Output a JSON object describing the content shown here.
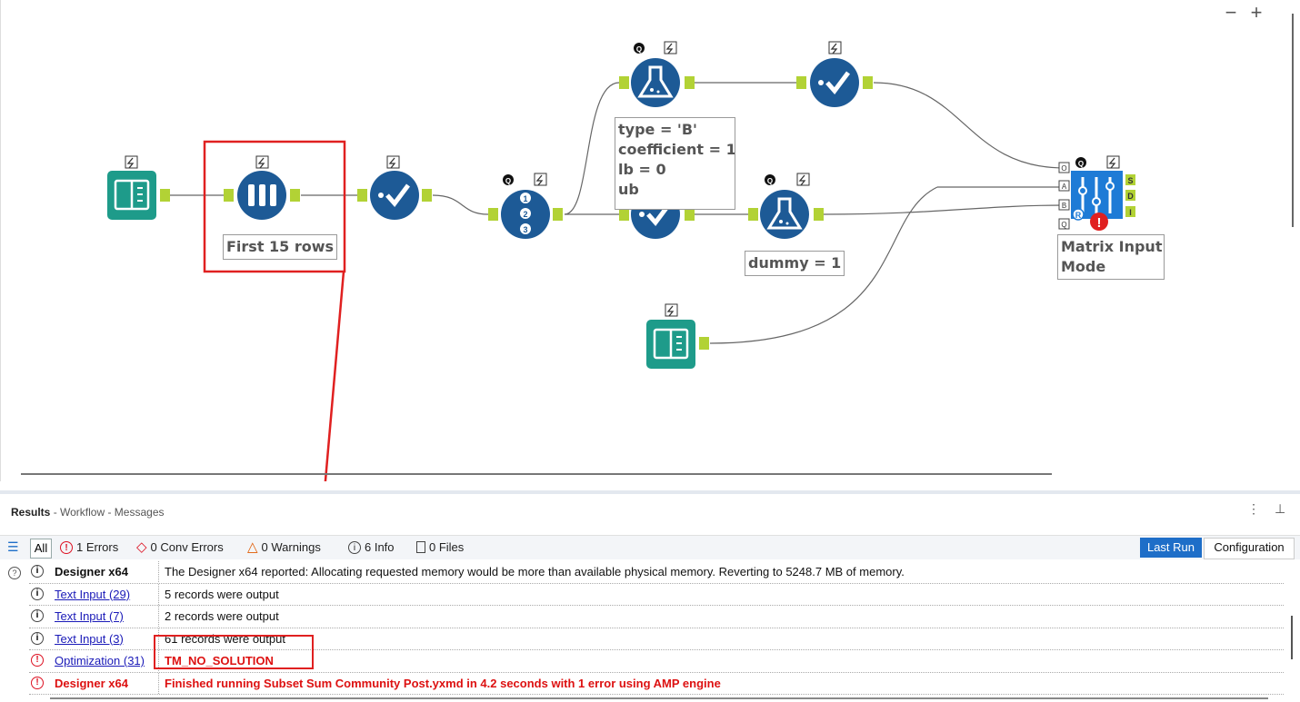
{
  "canvas": {
    "zoom_out": "−",
    "zoom_in": "+",
    "nodes": {
      "sample_label": "First 15 rows",
      "formula_top_label": "type = 'B'\ncoefficient = 1\nlb = 0\nub",
      "formula_bottom_label": "dummy = 1",
      "optimization_label": "Matrix Input\nMode",
      "port_letters": [
        "O",
        "A",
        "B",
        "Q"
      ],
      "out_port_letters": [
        "S",
        "D",
        "I"
      ]
    }
  },
  "results": {
    "title": "Results",
    "breadcrumb": " - Workflow - Messages",
    "menu_icon": "⋮",
    "pin_icon": "⊥",
    "filters": {
      "all": "All",
      "errors": "1 Errors",
      "conv_errors": "0 Conv Errors",
      "warnings": "0 Warnings",
      "info": "6 Info",
      "files": "0 Files"
    },
    "last_run": "Last Run",
    "configuration": "Configuration",
    "messages": [
      {
        "type": "info",
        "source": "Designer x64",
        "source_style": "plain",
        "text": "The Designer x64 reported: Allocating requested memory would be more than available physical memory. Reverting to 5248.7 MB of memory."
      },
      {
        "type": "info",
        "source": "Text Input (29)",
        "source_style": "link",
        "text": "5 records were output"
      },
      {
        "type": "info",
        "source": "Text Input (7)",
        "source_style": "link",
        "text": "2 records were output"
      },
      {
        "type": "info",
        "source": "Text Input (3)",
        "source_style": "link",
        "text": "61 records were output"
      },
      {
        "type": "error",
        "source": "Optimization (31)",
        "source_style": "link",
        "text": "TM_NO_SOLUTION"
      },
      {
        "type": "error",
        "source": "Designer x64",
        "source_style": "bolderr",
        "text": "Finished running Subset Sum Community Post.yxmd in 4.2 seconds with 1 error using AMP engine"
      }
    ]
  },
  "colors": {
    "tool_blue": "#1d5a96",
    "input_teal": "#1e9b8a",
    "connector_green": "#b2d235",
    "highlight_red": "#e02020",
    "accent_blue": "#1e6ec8",
    "error_red": "#d11111"
  }
}
